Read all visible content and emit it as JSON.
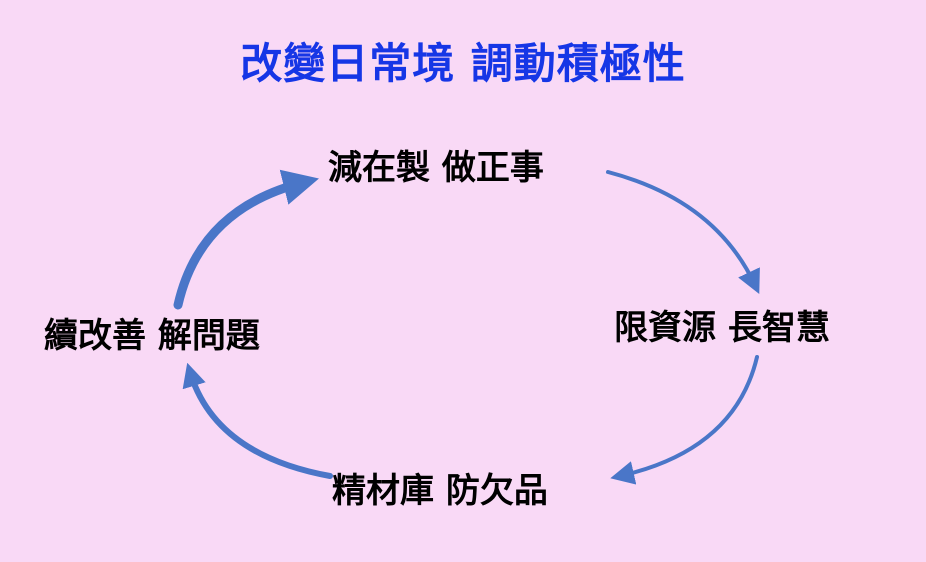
{
  "title": "改變日常境 調動積極性",
  "colors": {
    "background": "#f9d9f6",
    "title": "#1636e6",
    "arrow": "#4a76c8",
    "text": "#000000"
  },
  "cycle": {
    "nodes": [
      {
        "id": "top",
        "label": "減在製 做正事"
      },
      {
        "id": "right",
        "label": "限資源 長智慧"
      },
      {
        "id": "bottom",
        "label": "精材庫 防欠品"
      },
      {
        "id": "left",
        "label": "續改善 解問題"
      }
    ],
    "direction": "clockwise"
  }
}
